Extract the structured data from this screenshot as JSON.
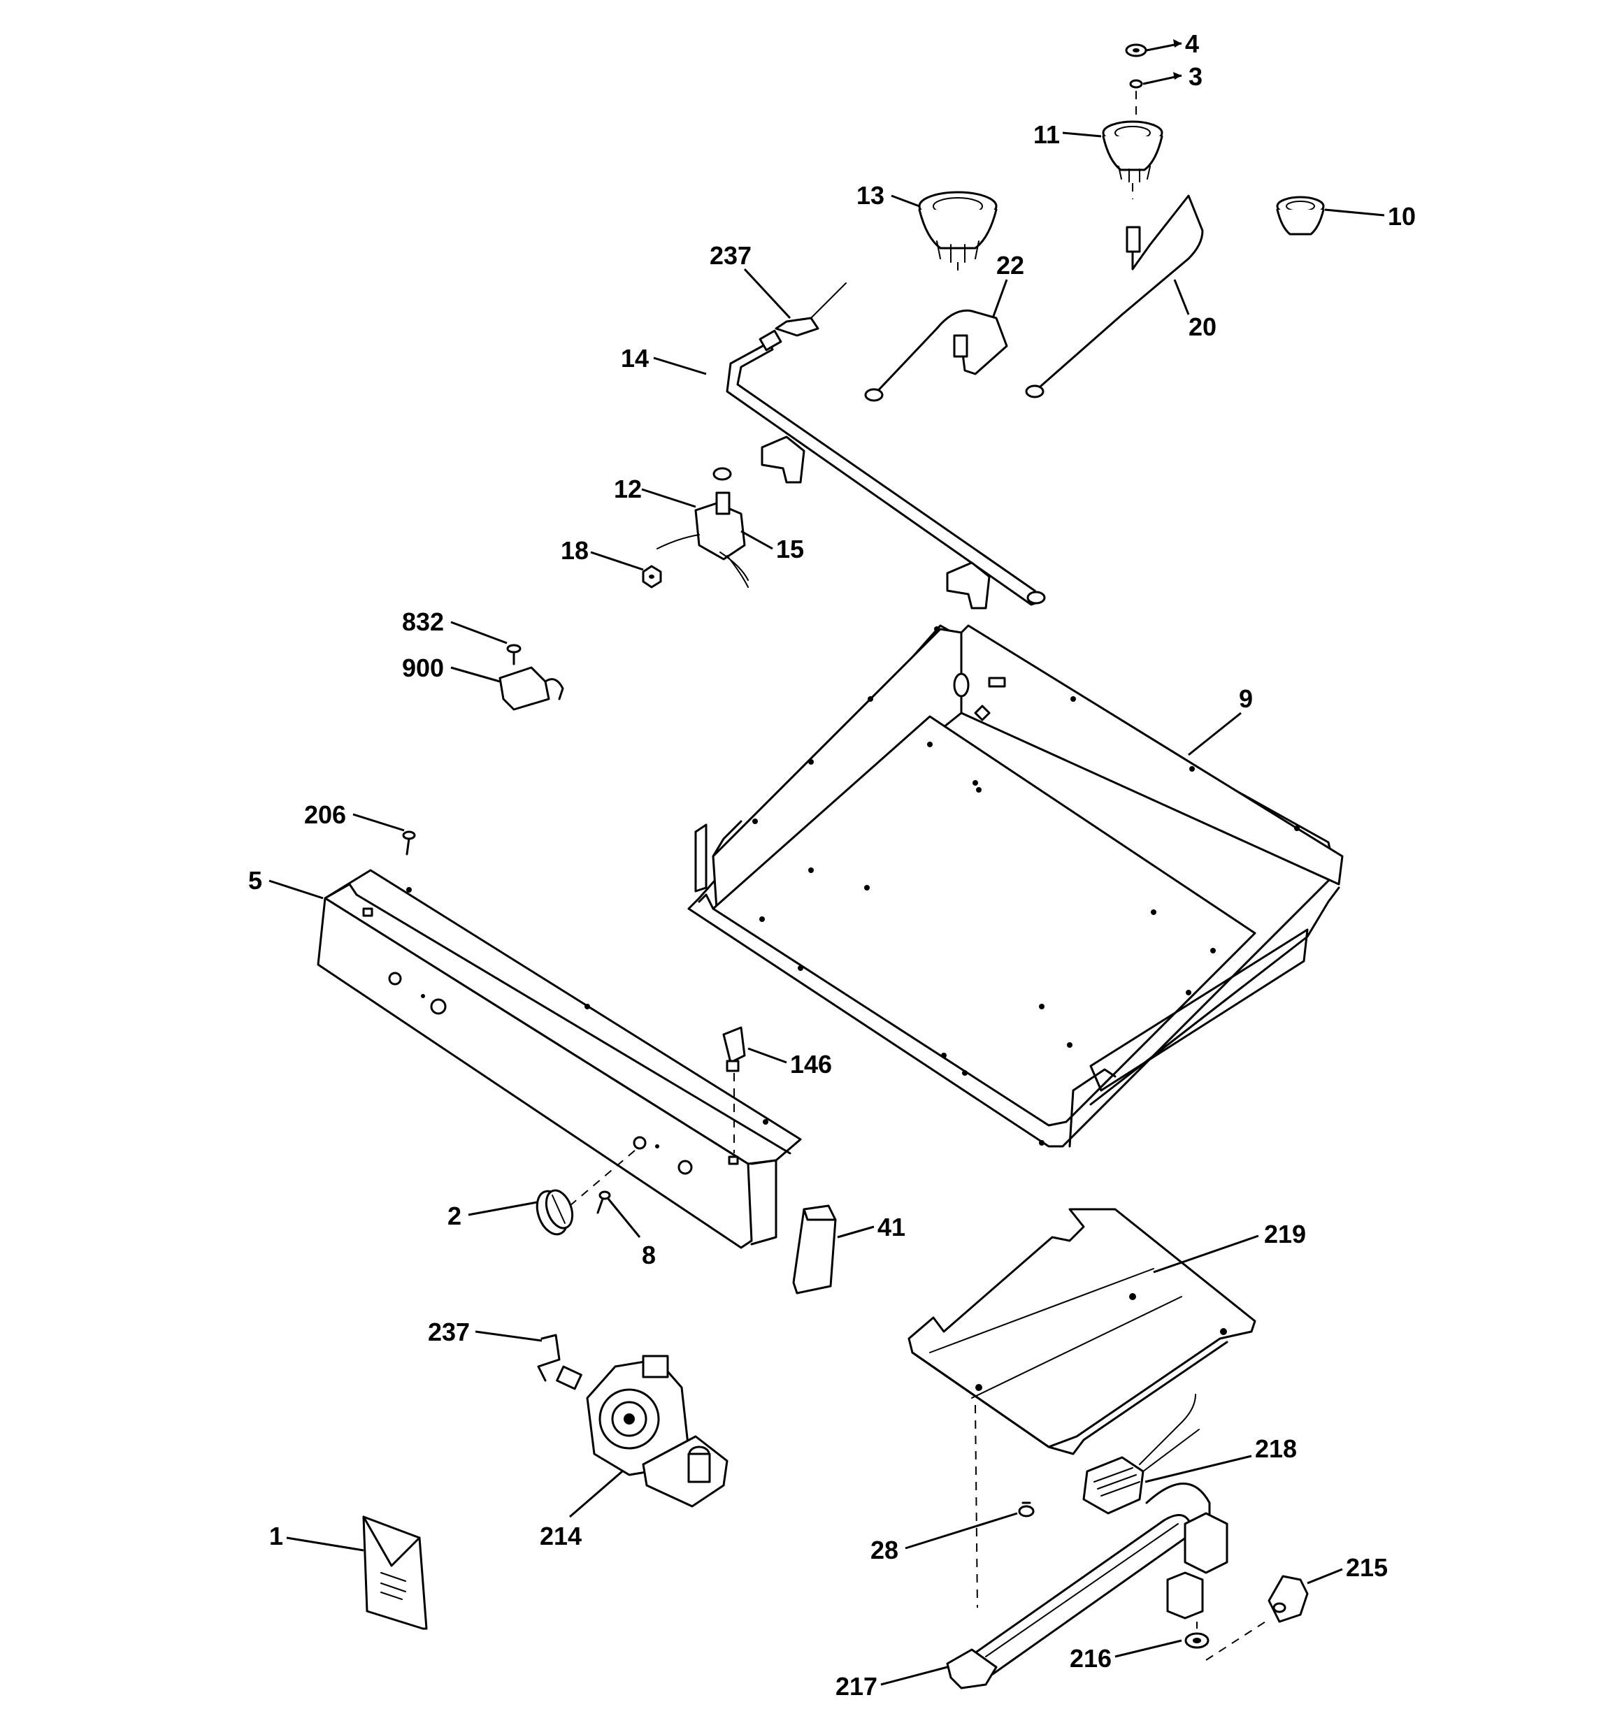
{
  "diagram": {
    "callouts": [
      {
        "id": "c-4",
        "text": "4"
      },
      {
        "id": "c-3",
        "text": "3"
      },
      {
        "id": "c-11",
        "text": "11"
      },
      {
        "id": "c-13",
        "text": "13"
      },
      {
        "id": "c-10",
        "text": "10"
      },
      {
        "id": "c-237a",
        "text": "237"
      },
      {
        "id": "c-22",
        "text": "22"
      },
      {
        "id": "c-20",
        "text": "20"
      },
      {
        "id": "c-14",
        "text": "14"
      },
      {
        "id": "c-12",
        "text": "12"
      },
      {
        "id": "c-15",
        "text": "15"
      },
      {
        "id": "c-18",
        "text": "18"
      },
      {
        "id": "c-832",
        "text": "832"
      },
      {
        "id": "c-900",
        "text": "900"
      },
      {
        "id": "c-9",
        "text": "9"
      },
      {
        "id": "c-206",
        "text": "206"
      },
      {
        "id": "c-5",
        "text": "5"
      },
      {
        "id": "c-146",
        "text": "146"
      },
      {
        "id": "c-2",
        "text": "2"
      },
      {
        "id": "c-8",
        "text": "8"
      },
      {
        "id": "c-41",
        "text": "41"
      },
      {
        "id": "c-219",
        "text": "219"
      },
      {
        "id": "c-237b",
        "text": "237"
      },
      {
        "id": "c-214",
        "text": "214"
      },
      {
        "id": "c-218",
        "text": "218"
      },
      {
        "id": "c-1",
        "text": "1"
      },
      {
        "id": "c-28",
        "text": "28"
      },
      {
        "id": "c-215",
        "text": "215"
      },
      {
        "id": "c-216",
        "text": "216"
      },
      {
        "id": "c-217",
        "text": "217"
      }
    ]
  }
}
